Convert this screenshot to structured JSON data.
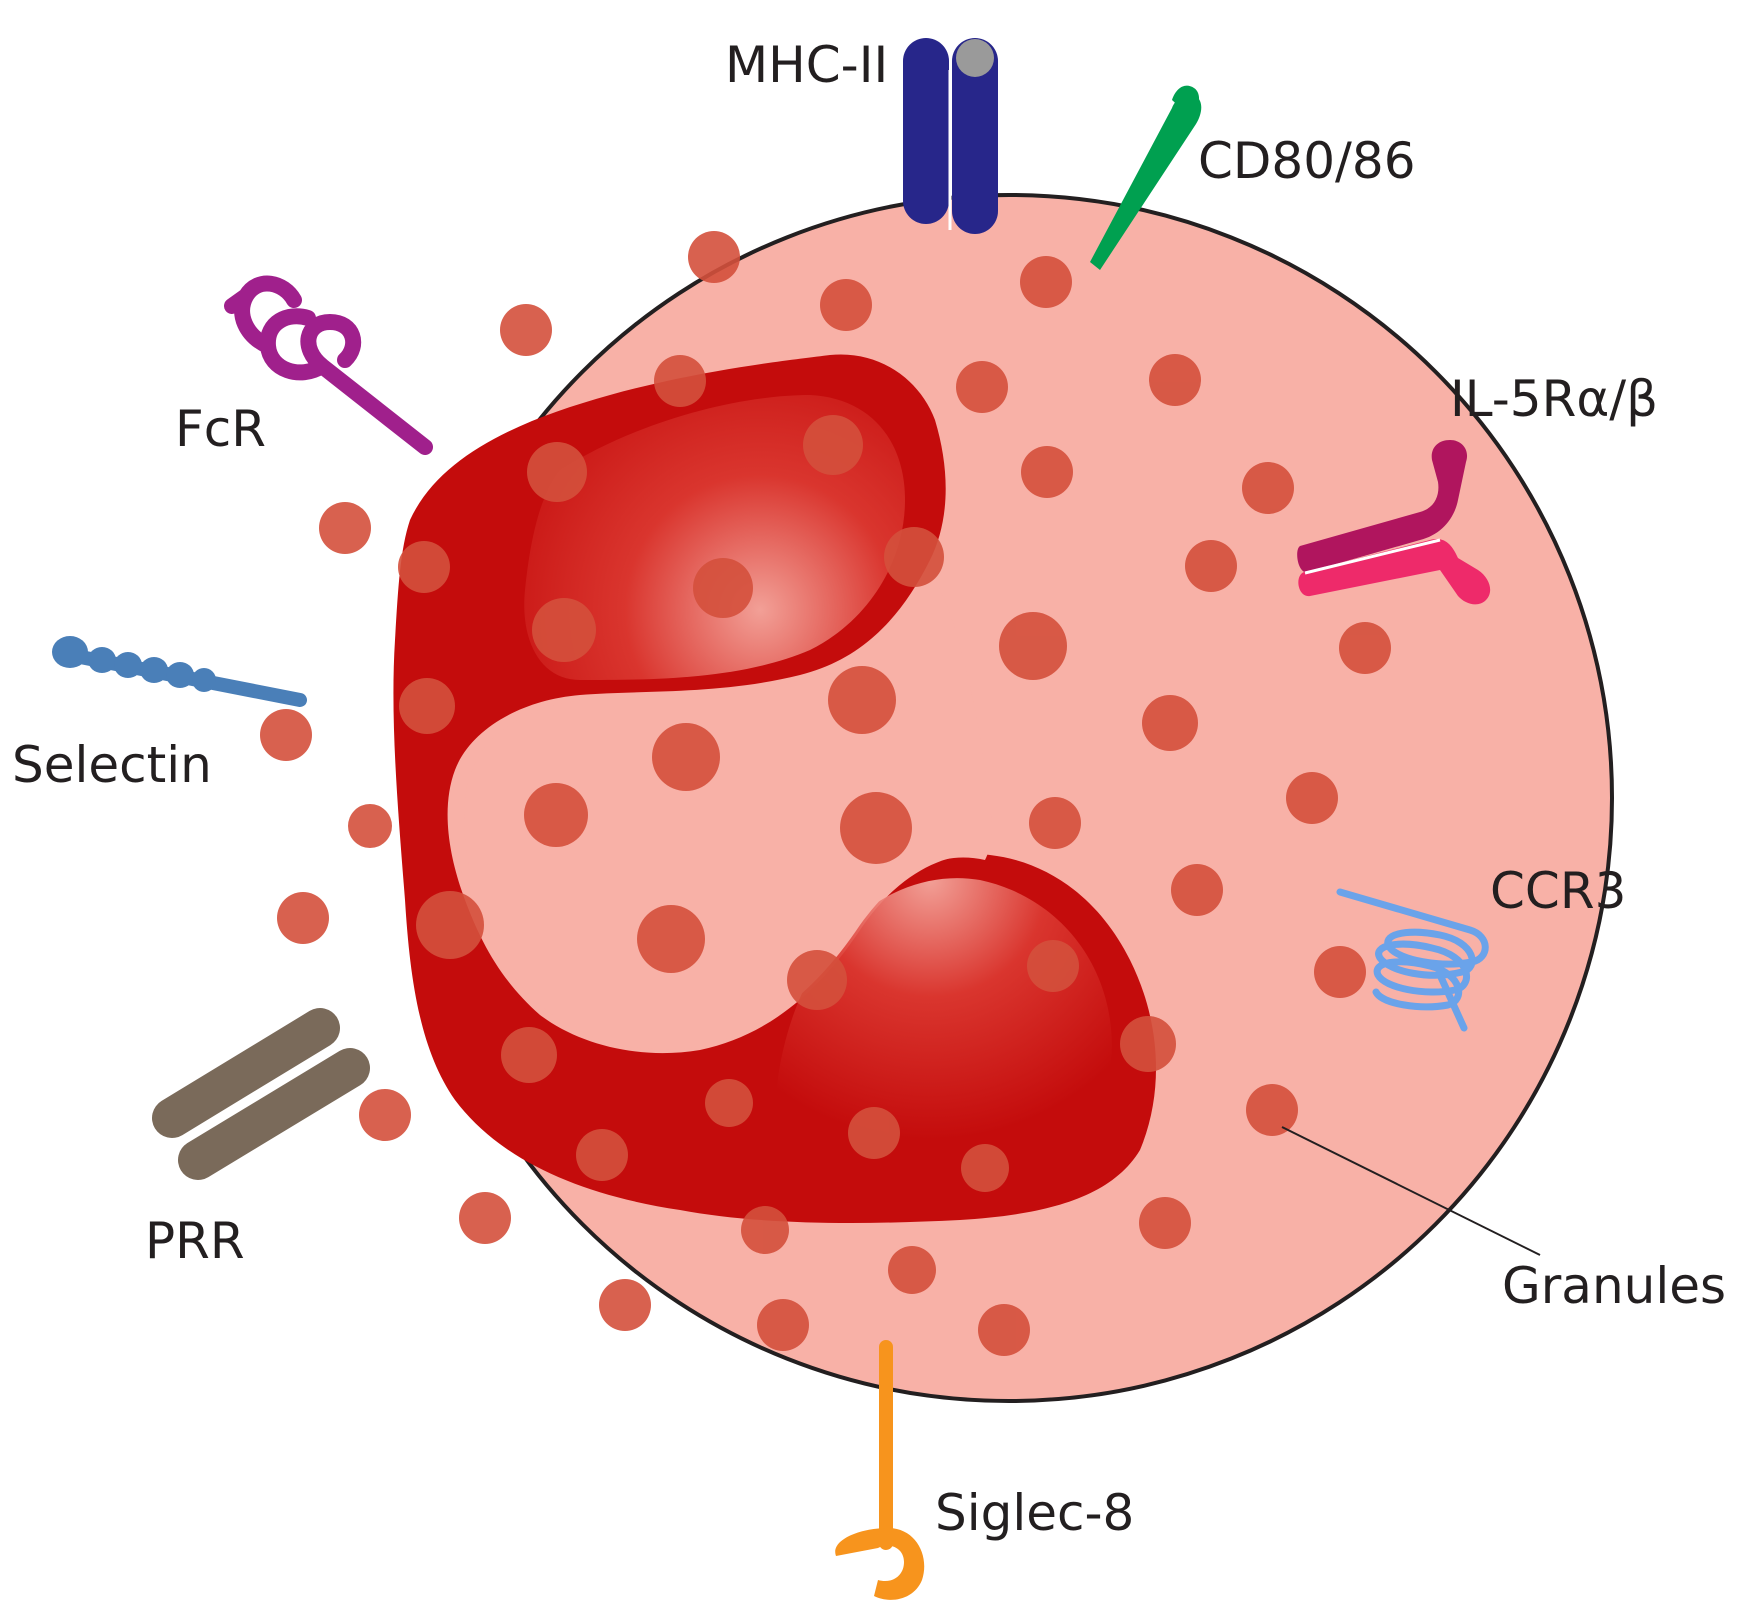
{
  "labels": {
    "mhc2": "MHC-II",
    "cd80_86": "CD80/86",
    "fcr": "FcR",
    "il5r": "IL-5Rα/β",
    "selectin": "Selectin",
    "ccr3": "CCR3",
    "prr": "PRR",
    "granules": "Granules",
    "siglec8": "Siglec-8"
  },
  "colors": {
    "cytoplasm": "#f8b1a7",
    "membrane": "#231f20",
    "nucleus": "#c80e0e",
    "granule": "#d4503c",
    "mhc2": "#27268a",
    "mhc2_peptide": "#9a9a9a",
    "cd80_86": "#00a050",
    "fcr": "#a0208c",
    "il5r_alpha": "#b0155e",
    "il5r_beta": "#ee2a6a",
    "selectin": "#4a7fb8",
    "ccr3": "#6aa3ea",
    "prr": "#7a6a5a",
    "siglec8": "#f7941d"
  }
}
